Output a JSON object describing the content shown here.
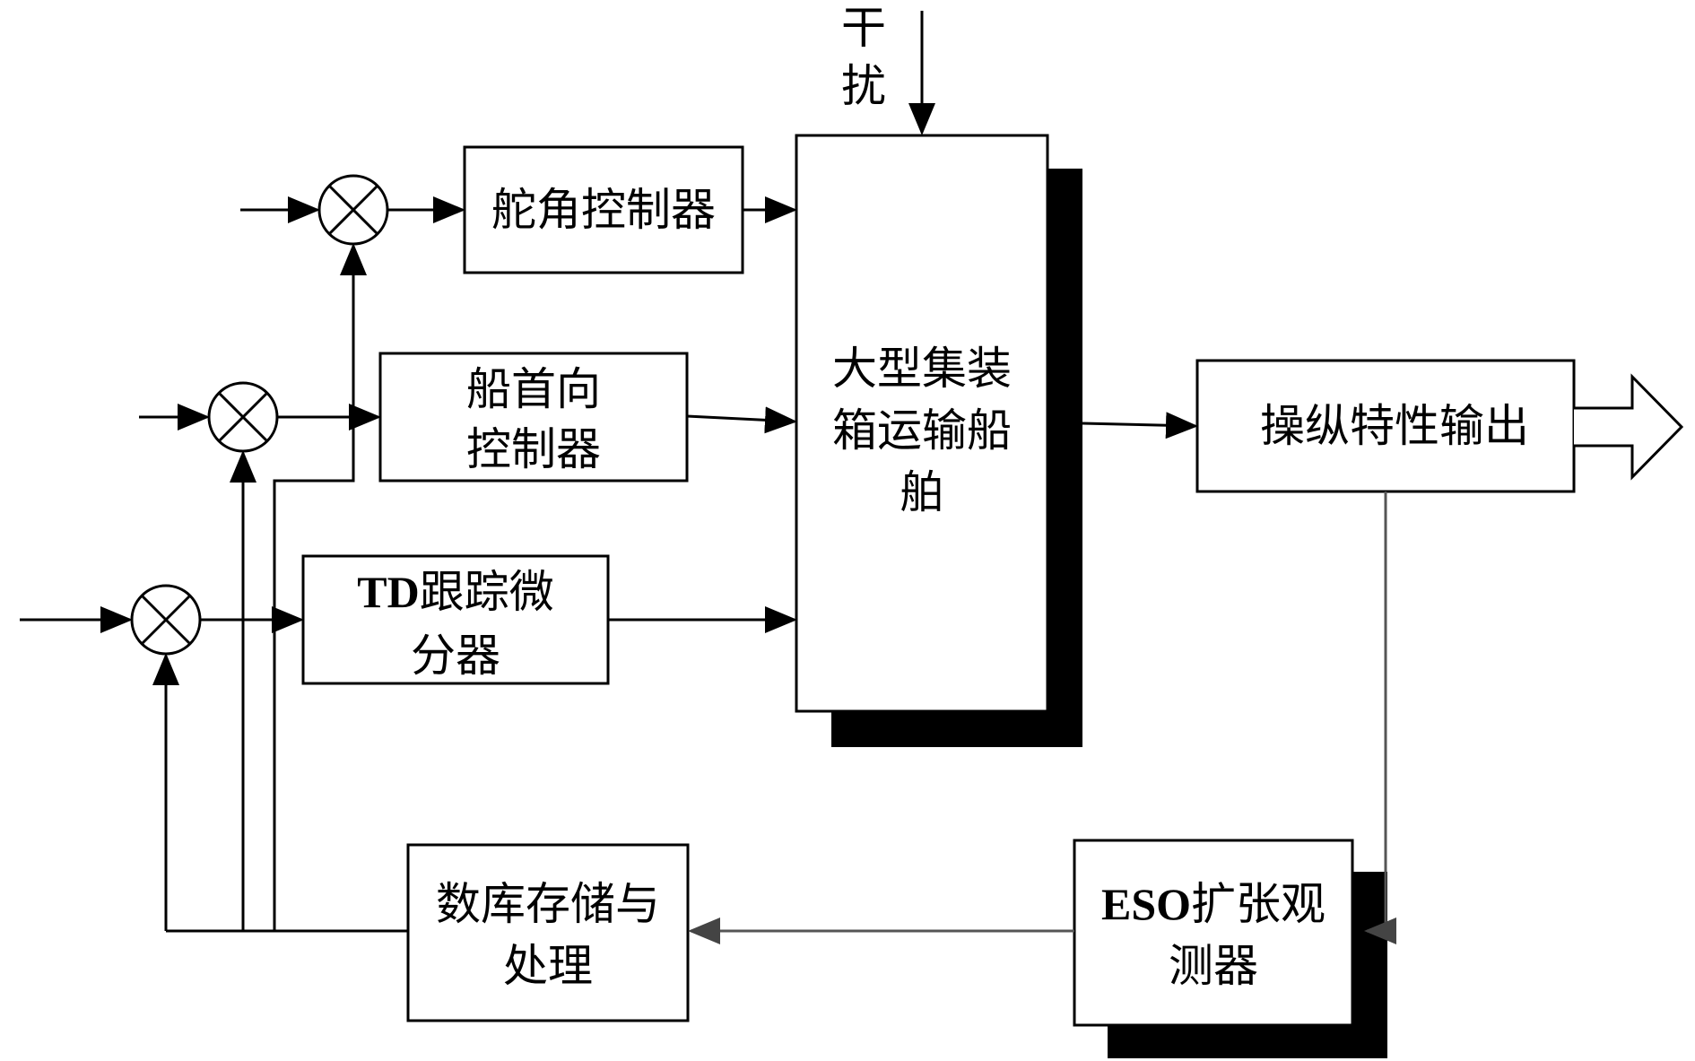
{
  "disturbance": {
    "line1": "干",
    "line2": "扰"
  },
  "rudder_controller": {
    "label": "舵角控制器"
  },
  "heading_controller": {
    "line1": "船首向",
    "line2": "控制器"
  },
  "td_differentiator": {
    "prefix": "TD",
    "line1_rest": "跟踪微",
    "line2": "分器"
  },
  "ship": {
    "line1": "大型集装",
    "line2": "箱运输船",
    "line3": "舶"
  },
  "output": {
    "label": "操纵特性输出"
  },
  "eso": {
    "prefix": "ESO",
    "line1_rest": "扩张观",
    "line2": "测器"
  },
  "storage": {
    "line1": "数库存储与",
    "line2": "处理"
  }
}
